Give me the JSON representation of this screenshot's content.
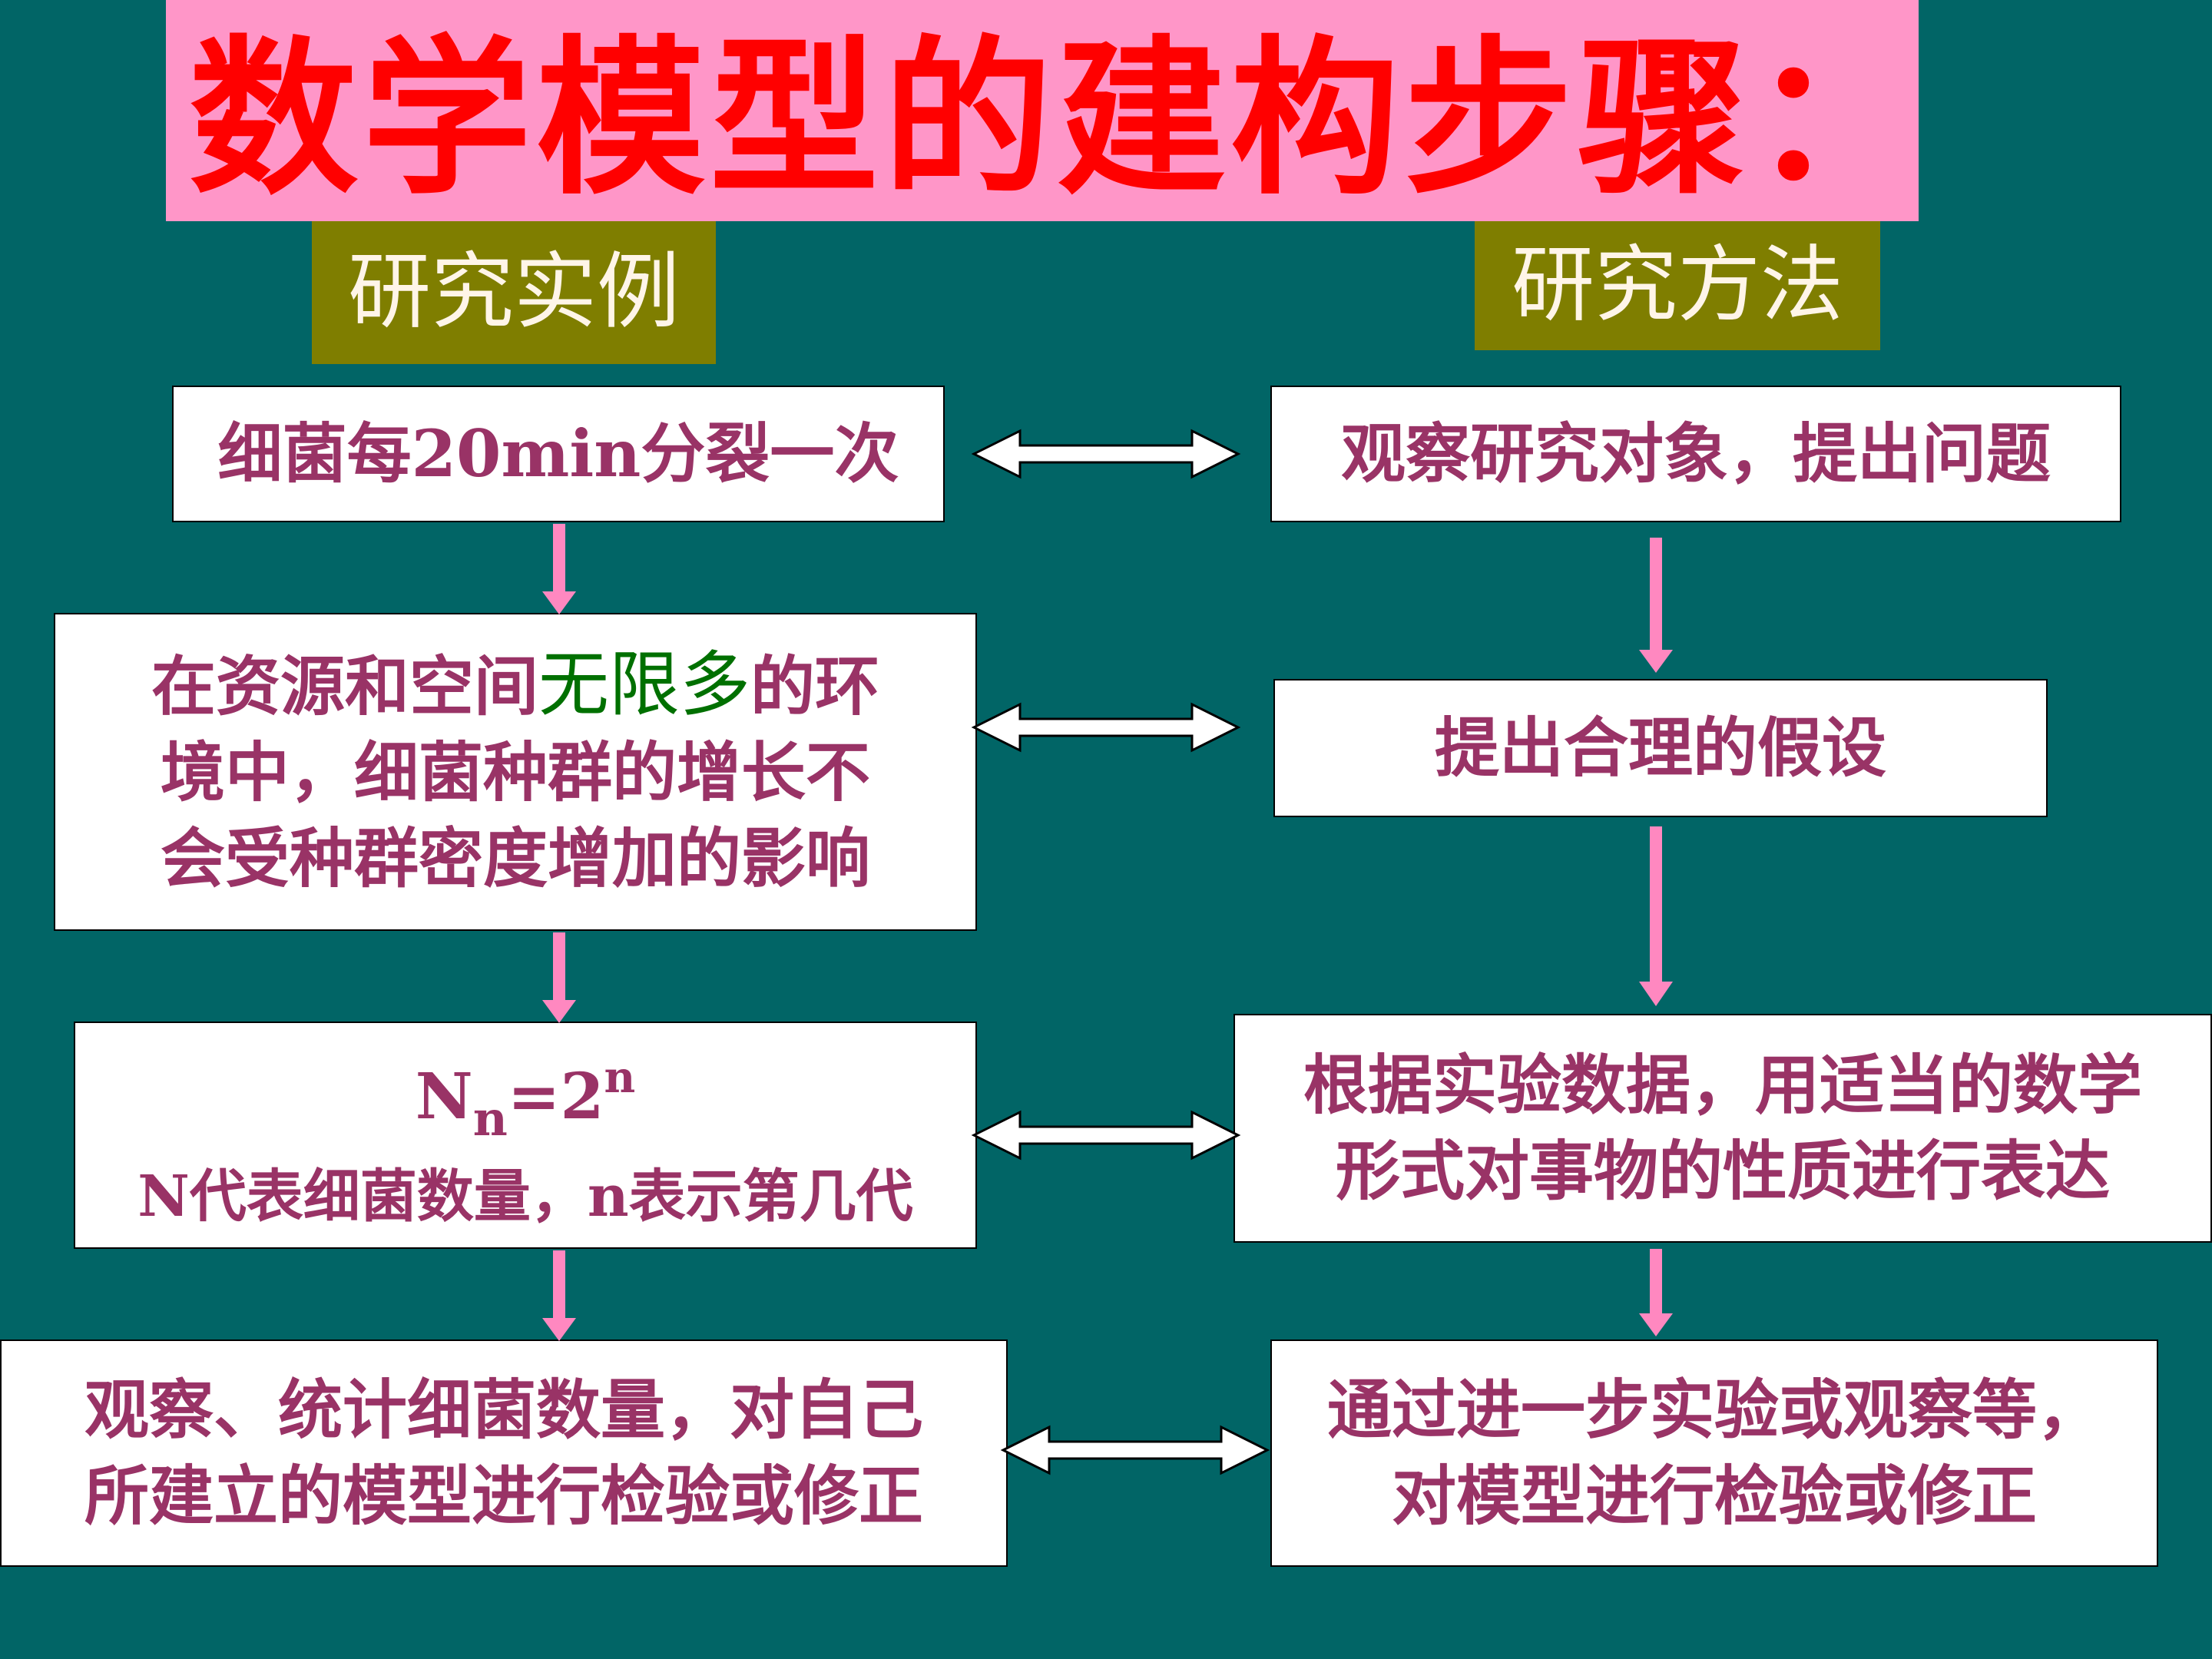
{
  "title": "数学模型的建构步骤：",
  "headers": {
    "left": "研究实例",
    "right": "研究方法"
  },
  "left_steps": {
    "s1": "细菌每20min分裂一次",
    "s2_line1_pre": "在资源和空间",
    "s2_line1_highlight": "无限多",
    "s2_line1_post": "的环",
    "s2_line2": "境中，细菌种群的增长不",
    "s2_line3": "会受种群密度增加的影响",
    "s3_formula_base": "N",
    "s3_formula_sub": "n",
    "s3_formula_eq": "=2",
    "s3_formula_sup": "n",
    "s3_line2": "N代表细菌数量，n表示第几代",
    "s4_line1": "观察、统计细菌数量，对自己",
    "s4_line2": "所建立的模型进行检验或修正"
  },
  "right_steps": {
    "s1": "观察研究对象，提出问题",
    "s2": "提出合理的假设",
    "s3_line1": "根据实验数据，用适当的数学",
    "s3_line2": "形式对事物的性质进行表达",
    "s4_line1": "通过进一步实验或观察等，",
    "s4_line2": "对模型进行检验或修正"
  },
  "colors": {
    "background": "#016566",
    "title_banner": "#ff96c8",
    "title_text": "#ff0000",
    "header_bg": "#7f7e00",
    "header_text": "#fff5e8",
    "box_text": "#993366",
    "highlight_text": "#007000",
    "arrow_pink": "#ff88c0",
    "arrow_white": "#ffffff"
  }
}
